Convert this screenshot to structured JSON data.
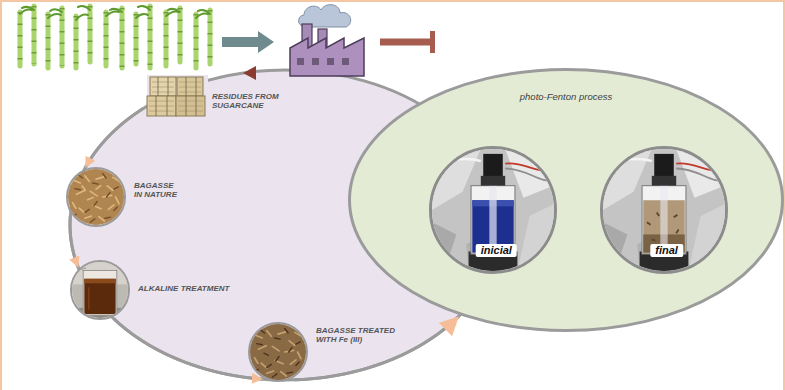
{
  "diagram": {
    "nodes": [
      {
        "text": [
          "RESIDUES FROM SUGARCANE"
        ]
      },
      {
        "text": [
          "BAGASSE IN NATURE"
        ]
      },
      {
        "text": [
          "ALKALINE TREATMENT"
        ]
      },
      {
        "text": [
          "BAGASSE TREATED WITH Fe (III)"
        ]
      },
      {
        "text": [
          "photo-Fenton process"
        ]
      },
      {
        "text": [
          "inicial"
        ],
        "in": 4
      },
      {
        "text": [
          "final"
        ],
        "in": 4
      }
    ],
    "edges": [
      {
        "from": 0,
        "to": 1,
        "arrow": "to"
      },
      {
        "from": 1,
        "to": 2,
        "arrow": "to"
      },
      {
        "from": 2,
        "to": 3,
        "arrow": "to"
      },
      {
        "from": 3,
        "to": 4,
        "arrow": "to"
      }
    ]
  }
}
